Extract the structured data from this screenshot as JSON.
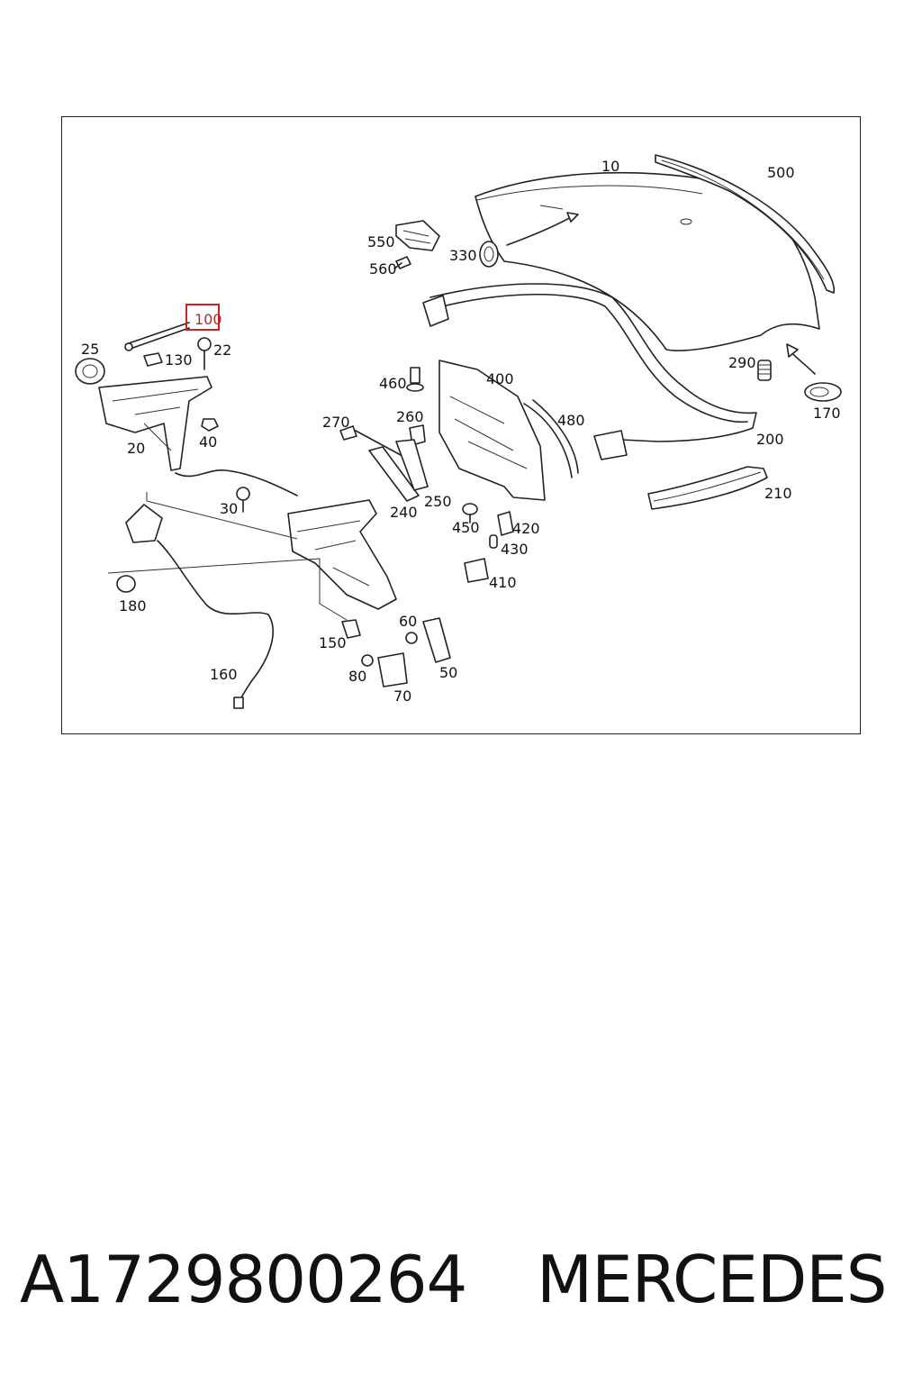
{
  "footer": {
    "part_number": "A1729800264",
    "brand": "MERCEDES"
  },
  "highlight_color": "#d02020",
  "callouts": {
    "c10": "10",
    "c500": "500",
    "c550": "550",
    "c560": "560",
    "c330": "330",
    "c100": "100",
    "c25": "25",
    "c130": "130",
    "c22": "22",
    "c20": "20",
    "c40": "40",
    "c460": "460",
    "c400": "400",
    "c270": "270",
    "c260": "260",
    "c480": "480",
    "c290": "290",
    "c170": "170",
    "c200": "200",
    "c210": "210",
    "c30": "30",
    "c240": "240",
    "c250": "250",
    "c450": "450",
    "c420": "420",
    "c430": "430",
    "c410": "410",
    "c180": "180",
    "c150": "150",
    "c60": "60",
    "c80": "80",
    "c50": "50",
    "c160": "160",
    "c70": "70"
  }
}
